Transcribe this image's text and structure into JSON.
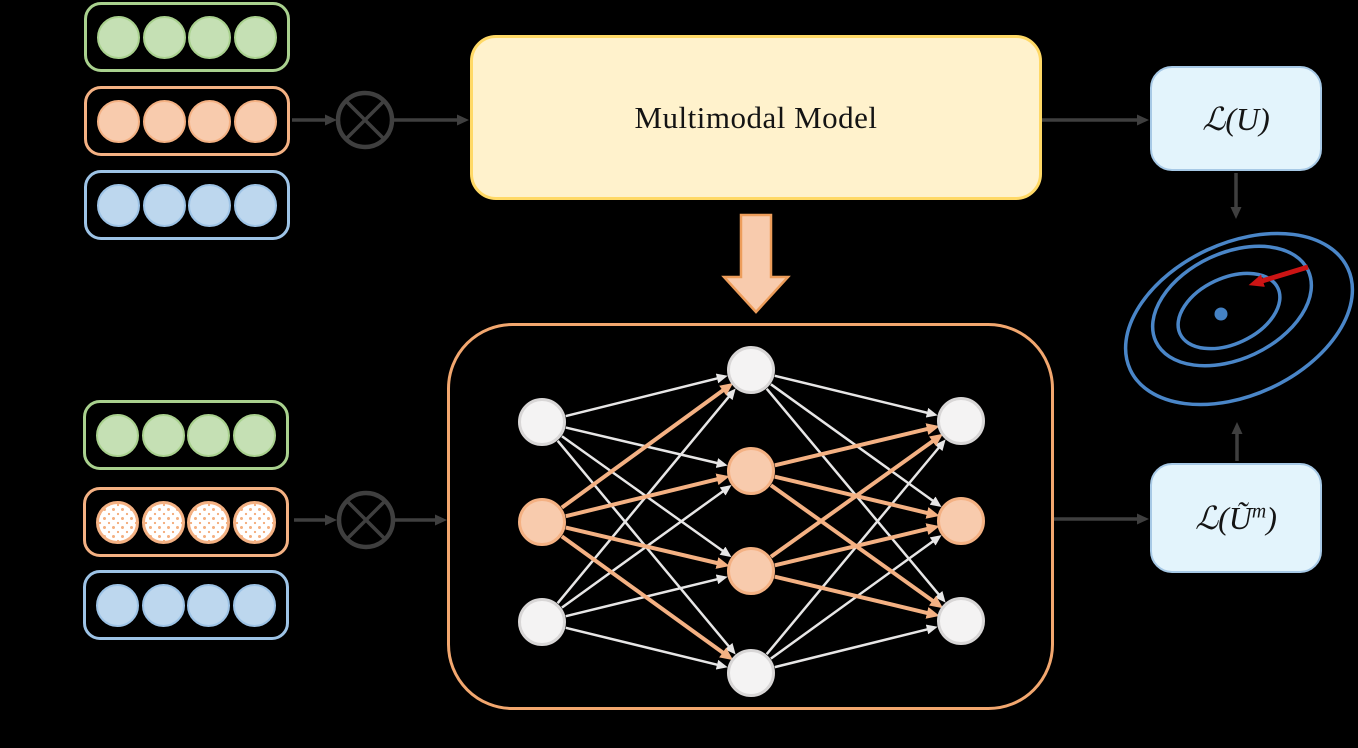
{
  "canvas": {
    "background": "#000000"
  },
  "colors": {
    "background": "#000000",
    "text": "#141414",
    "green_border": "#A9D18E",
    "green_fill": "#C5E0B4",
    "orange_border": "#F4B183",
    "orange_fill": "#F8CBAD",
    "blue_border": "#9DC3E6",
    "blue_fill": "#BDD7EE",
    "arrow_dark": "#3F3F3F",
    "model_fill": "#FFF2CC",
    "model_border": "#FFD966",
    "loss_fill": "#E3F4FC",
    "loss_border": "#A7C9E6",
    "nn_border": "#F2A76F",
    "node_plain_fill": "#F4F3F3",
    "node_plain_border": "#D8D6D6",
    "node_accent_fill": "#F8CBAD",
    "node_accent_border": "#F4B183",
    "edge_plain": "#E7E6E6",
    "edge_accent": "#F4B183",
    "contour_stroke": "#4A86C8",
    "contour_dot": "#4582C4",
    "red_arrow": "#CC1414",
    "big_arrow_fill": "#F8CBAD",
    "big_arrow_border": "#ED9D5B"
  },
  "model_box": {
    "label": "Multimodal Model"
  },
  "loss_boxes": {
    "top": {
      "prefix": "ℒ(",
      "base": "U",
      "superscript": "",
      "suffix": ")"
    },
    "bottom": {
      "prefix": "ℒ(",
      "base": "Ũ",
      "superscript": "m",
      "suffix": ")"
    }
  },
  "operators": {
    "tensor_product": "circle-x"
  },
  "modality_groups": {
    "circles_per_row": 4,
    "top": [
      {
        "color": "green",
        "circle_style": "filled"
      },
      {
        "color": "orange",
        "circle_style": "filled"
      },
      {
        "color": "blue",
        "circle_style": "filled"
      }
    ],
    "bottom": [
      {
        "color": "green",
        "circle_style": "filled"
      },
      {
        "color": "orange",
        "circle_style": "dotted"
      },
      {
        "color": "blue",
        "circle_style": "filled"
      }
    ]
  },
  "network": {
    "layers": [
      {
        "name": "input",
        "nodes": [
          "plain",
          "accent",
          "plain"
        ]
      },
      {
        "name": "hidden",
        "nodes": [
          "plain",
          "accent",
          "accent",
          "plain"
        ]
      },
      {
        "name": "output",
        "nodes": [
          "plain",
          "accent",
          "plain"
        ]
      }
    ]
  },
  "contour_plot": {
    "ellipse_count": 3,
    "has_minimum_dot": true,
    "has_gradient_arrow": true
  }
}
